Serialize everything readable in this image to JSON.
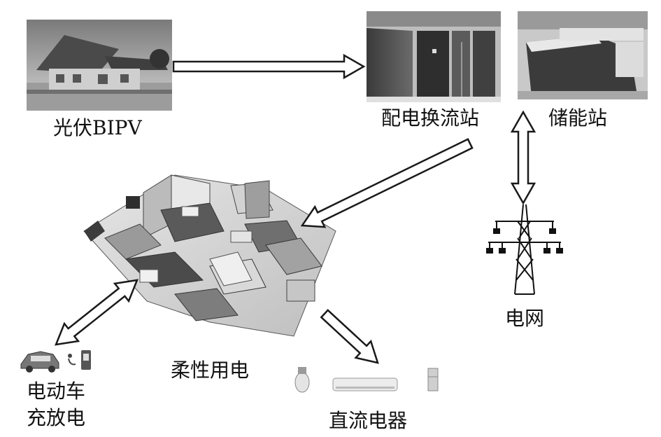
{
  "labels": {
    "pv": "光伏BIPV",
    "distribution_station": "配电换流站",
    "storage_station": "储能站",
    "flexible_load": "柔性用电",
    "grid": "电网",
    "ev_line1": "电动车",
    "ev_line2": "充放电",
    "dc_appliances": "直流电器"
  },
  "icons": {
    "pv": "house-with-solar-roof-photo",
    "distribution_station": "switchgear-cabinets-photo",
    "storage_station": "battery-container-photo",
    "house": "isometric-house-floorplan",
    "grid": "transmission-tower-icon",
    "ev": "electric-car-icon",
    "charger": "ev-charger-icon",
    "bulb": "light-bulb-icon",
    "ac": "air-conditioner-icon",
    "fridge": "refrigerator-icon"
  },
  "colors": {
    "arrow_stroke": "#1a1a1a",
    "background": "#ffffff"
  }
}
